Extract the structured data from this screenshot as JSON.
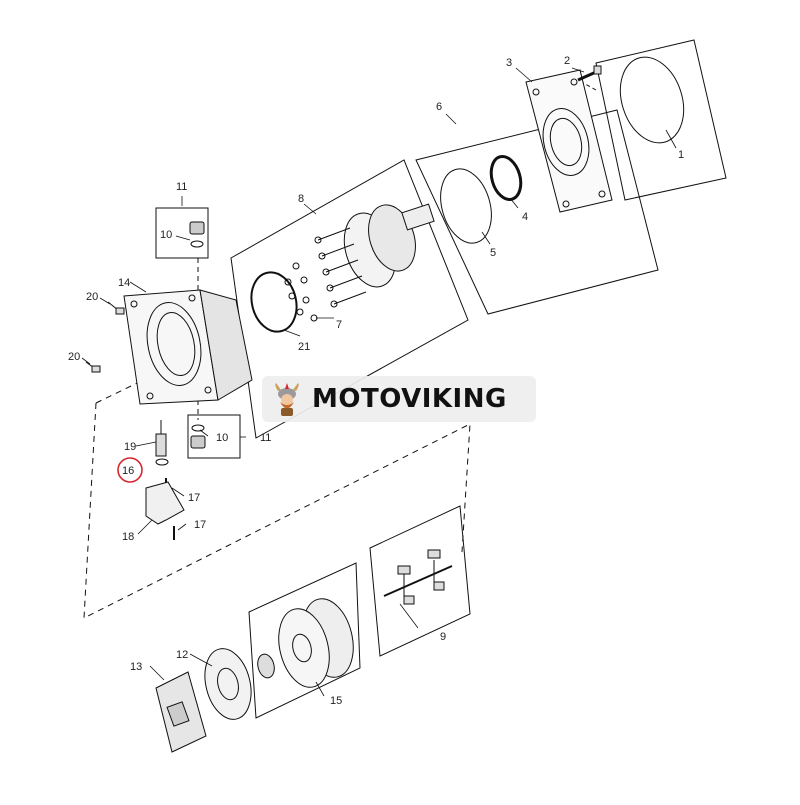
{
  "brand": {
    "watermark_text": "MOTOVIKING"
  },
  "highlight": {
    "part": "16",
    "color": "#d8262f"
  },
  "labels": {
    "p1": "1",
    "p2": "2",
    "p3": "3",
    "p4": "4",
    "p5": "5",
    "p6": "6",
    "p7": "7",
    "p8": "8",
    "p9": "9",
    "p10a": "10",
    "p10b": "10",
    "p11a": "11",
    "p11b": "11",
    "p12": "12",
    "p13": "13",
    "p14": "14",
    "p15": "15",
    "p16": "16",
    "p17a": "17",
    "p17b": "17",
    "p18": "18",
    "p19": "19",
    "p20a": "20",
    "p20b": "20",
    "p21": "21"
  }
}
